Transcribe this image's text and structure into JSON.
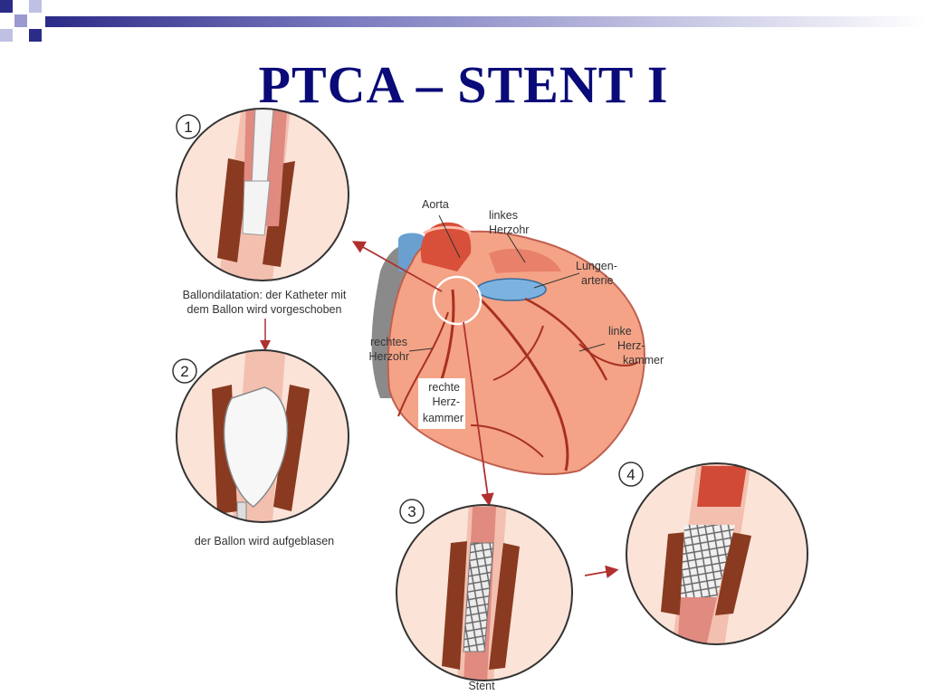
{
  "slide": {
    "title": "PTCA – STENT I"
  },
  "steps": [
    {
      "number": "1",
      "caption_lines": [
        "Ballondilatation: der Katheter mit",
        "dem Ballon wird vorgeschoben"
      ]
    },
    {
      "number": "2",
      "caption_lines": [
        "der Ballon wird aufgeblasen"
      ]
    },
    {
      "number": "3",
      "caption_lines": [
        "Stent"
      ]
    },
    {
      "number": "4",
      "caption_lines": []
    }
  ],
  "heart_labels": {
    "aorta": [
      "Aorta"
    ],
    "linkes_herzohr": [
      "linkes",
      "Herzohr"
    ],
    "lungenarterie": [
      "Lungen-",
      "arterie"
    ],
    "linke_herzkammer": [
      "linke",
      "Herz-",
      "kammer"
    ],
    "rechtes_herzohr": [
      "rechtes",
      "Herzohr"
    ],
    "rechte_herzkammer": [
      "rechte",
      "Herz-",
      "kammer"
    ]
  },
  "colors": {
    "title": "#0a0a78",
    "decor_dark": "#2b2b88",
    "decor_light": "#8a8ac8",
    "heart": "#f0a080",
    "vessel_wall": "#f3c9b8",
    "plaque": "#8a3a20",
    "arrow": "#b03030"
  }
}
